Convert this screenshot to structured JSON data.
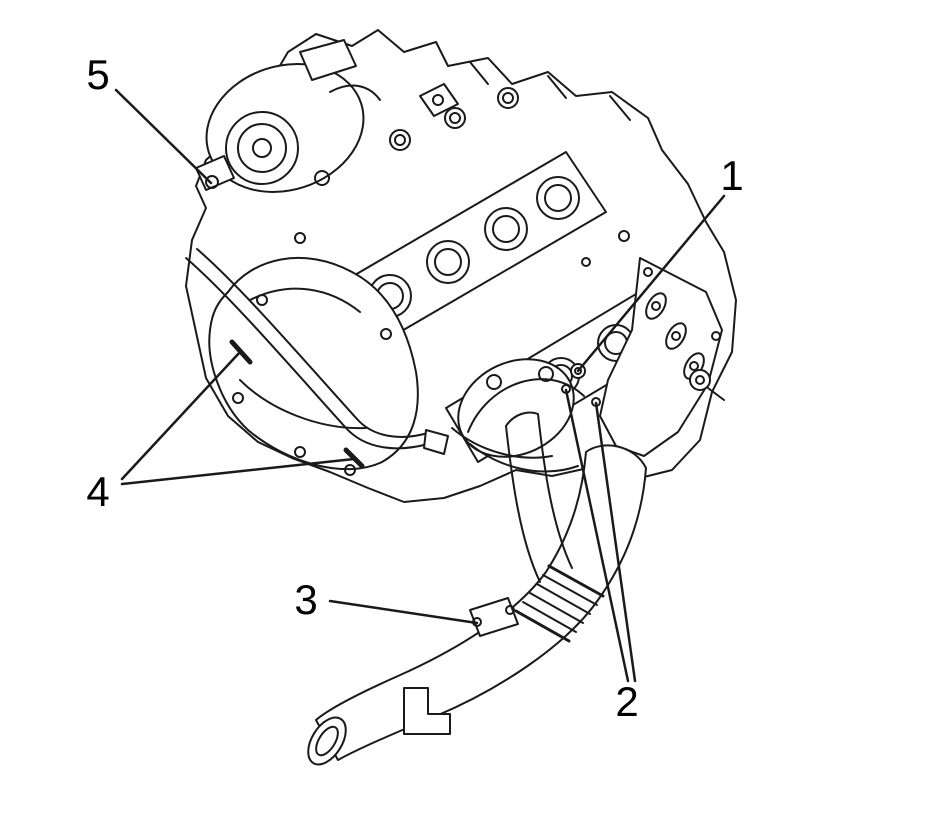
{
  "diagram": {
    "background_color": "#ffffff",
    "line_color": "#1a1a1a",
    "callouts": [
      {
        "label": "1"
      },
      {
        "label": "2"
      },
      {
        "label": "3"
      },
      {
        "label": "4"
      },
      {
        "label": "5"
      }
    ]
  }
}
